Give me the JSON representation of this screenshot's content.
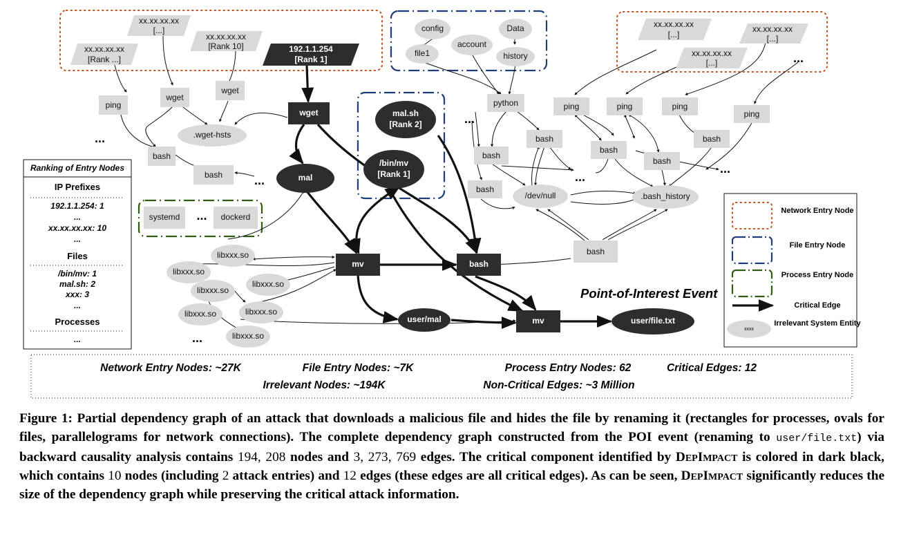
{
  "network_nodes": {
    "n1": "xx.xx.xx.xx",
    "n1b": "[...]",
    "n2": "xx.xx.xx.xx",
    "n2b": "[Rank ...]",
    "n3": "xx.xx.xx.xx",
    "n3b": "[Rank 10]",
    "n4": "192.1.1.254",
    "n4b": "[Rank 1]",
    "n5": "xx.xx.xx.xx",
    "n5b": "[...]",
    "n6": "xx.xx.xx.xx",
    "n6b": "[...]",
    "n7": "xx.xx.xx.xx",
    "n7b": "[...]"
  },
  "file_entry": {
    "config": "config",
    "data": "Data",
    "file1": "file1",
    "account": "account",
    "history": "history",
    "malsh": "mal.sh",
    "malsh_rank": "[Rank 2]",
    "binmv": "/bin/mv",
    "binmv_rank": "[Rank 1]"
  },
  "process_entry": {
    "systemd": "systemd",
    "ellipsis": "...",
    "dockerd": "dockerd"
  },
  "processes": {
    "ping": "ping",
    "wget": "wget",
    "bash": "bash",
    "python": "python",
    "mv": "mv"
  },
  "files": {
    "wget_hsts": ".wget-hsts",
    "mal": "mal",
    "devnull": "/dev/null",
    "bash_history": ".bash_history",
    "libxxx": "libxxx.so",
    "user_mal": "user/mal",
    "user_file": "user/file.txt"
  },
  "ellipsis": "...",
  "poi_label": "Point-of-Interest Event",
  "ranking": {
    "title": "Ranking of Entry Nodes",
    "ip_header": "IP Prefixes",
    "ip_items": [
      "192.1.1.254: 1",
      "...",
      "xx.xx.xx.xx: 10",
      "..."
    ],
    "files_header": "Files",
    "file_items": [
      "/bin/mv: 1",
      "mal.sh: 2",
      "xxx: 3",
      "..."
    ],
    "proc_header": "Processes",
    "proc_items": [
      "..."
    ]
  },
  "legend": {
    "network": "Network Entry Node",
    "file": "File Entry Node",
    "process": "Process Entry Node",
    "critical": "Critical Edge",
    "irrelevant": "Irrelevant System Entity",
    "sample": "xxxx"
  },
  "stats": {
    "network": "Network Entry Nodes: ~27K",
    "file": "File Entry Nodes: ~7K",
    "process": "Process Entry Nodes: 62",
    "critical": "Critical Edges: 12",
    "irrelevant": "Irrelevant Nodes: ~194K",
    "noncritical": "Non-Critical Edges: ~3 Million"
  },
  "caption": {
    "p1": "Figure 1: Partial dependency graph of an attack that downloads a malicious file and hides the file by renaming it (rectangles for processes, ovals for files, parallelograms for network connections). The complete dependency graph constructed from the POI event (renaming to ",
    "code": "user/file.txt",
    "p2": ") via backward causality analysis contains ",
    "n_nodes": "194, 208",
    "p3": " nodes and ",
    "n_edges": "3, 273, 769",
    "p4": " edges. The critical component identified by ",
    "tool1": "DepImpact",
    "p5": " is colored in dark black, which contains ",
    "n_crit_nodes": "10",
    "p6": " nodes (including ",
    "n_entries": "2",
    "p7": " attack entries) and ",
    "n_crit_edges": "12",
    "p8": " edges (these edges are all critical edges). As can be seen, ",
    "tool2": "DepImpact",
    "p9": " significantly reduces the size of the dependency graph while preserving the critical attack information."
  },
  "colors": {
    "dark_node": "#2d2d2d",
    "gray_node": "#d9d9d9",
    "network_border": "#c0501a",
    "file_border": "#1f3d7a",
    "process_border": "#2e5d12"
  }
}
